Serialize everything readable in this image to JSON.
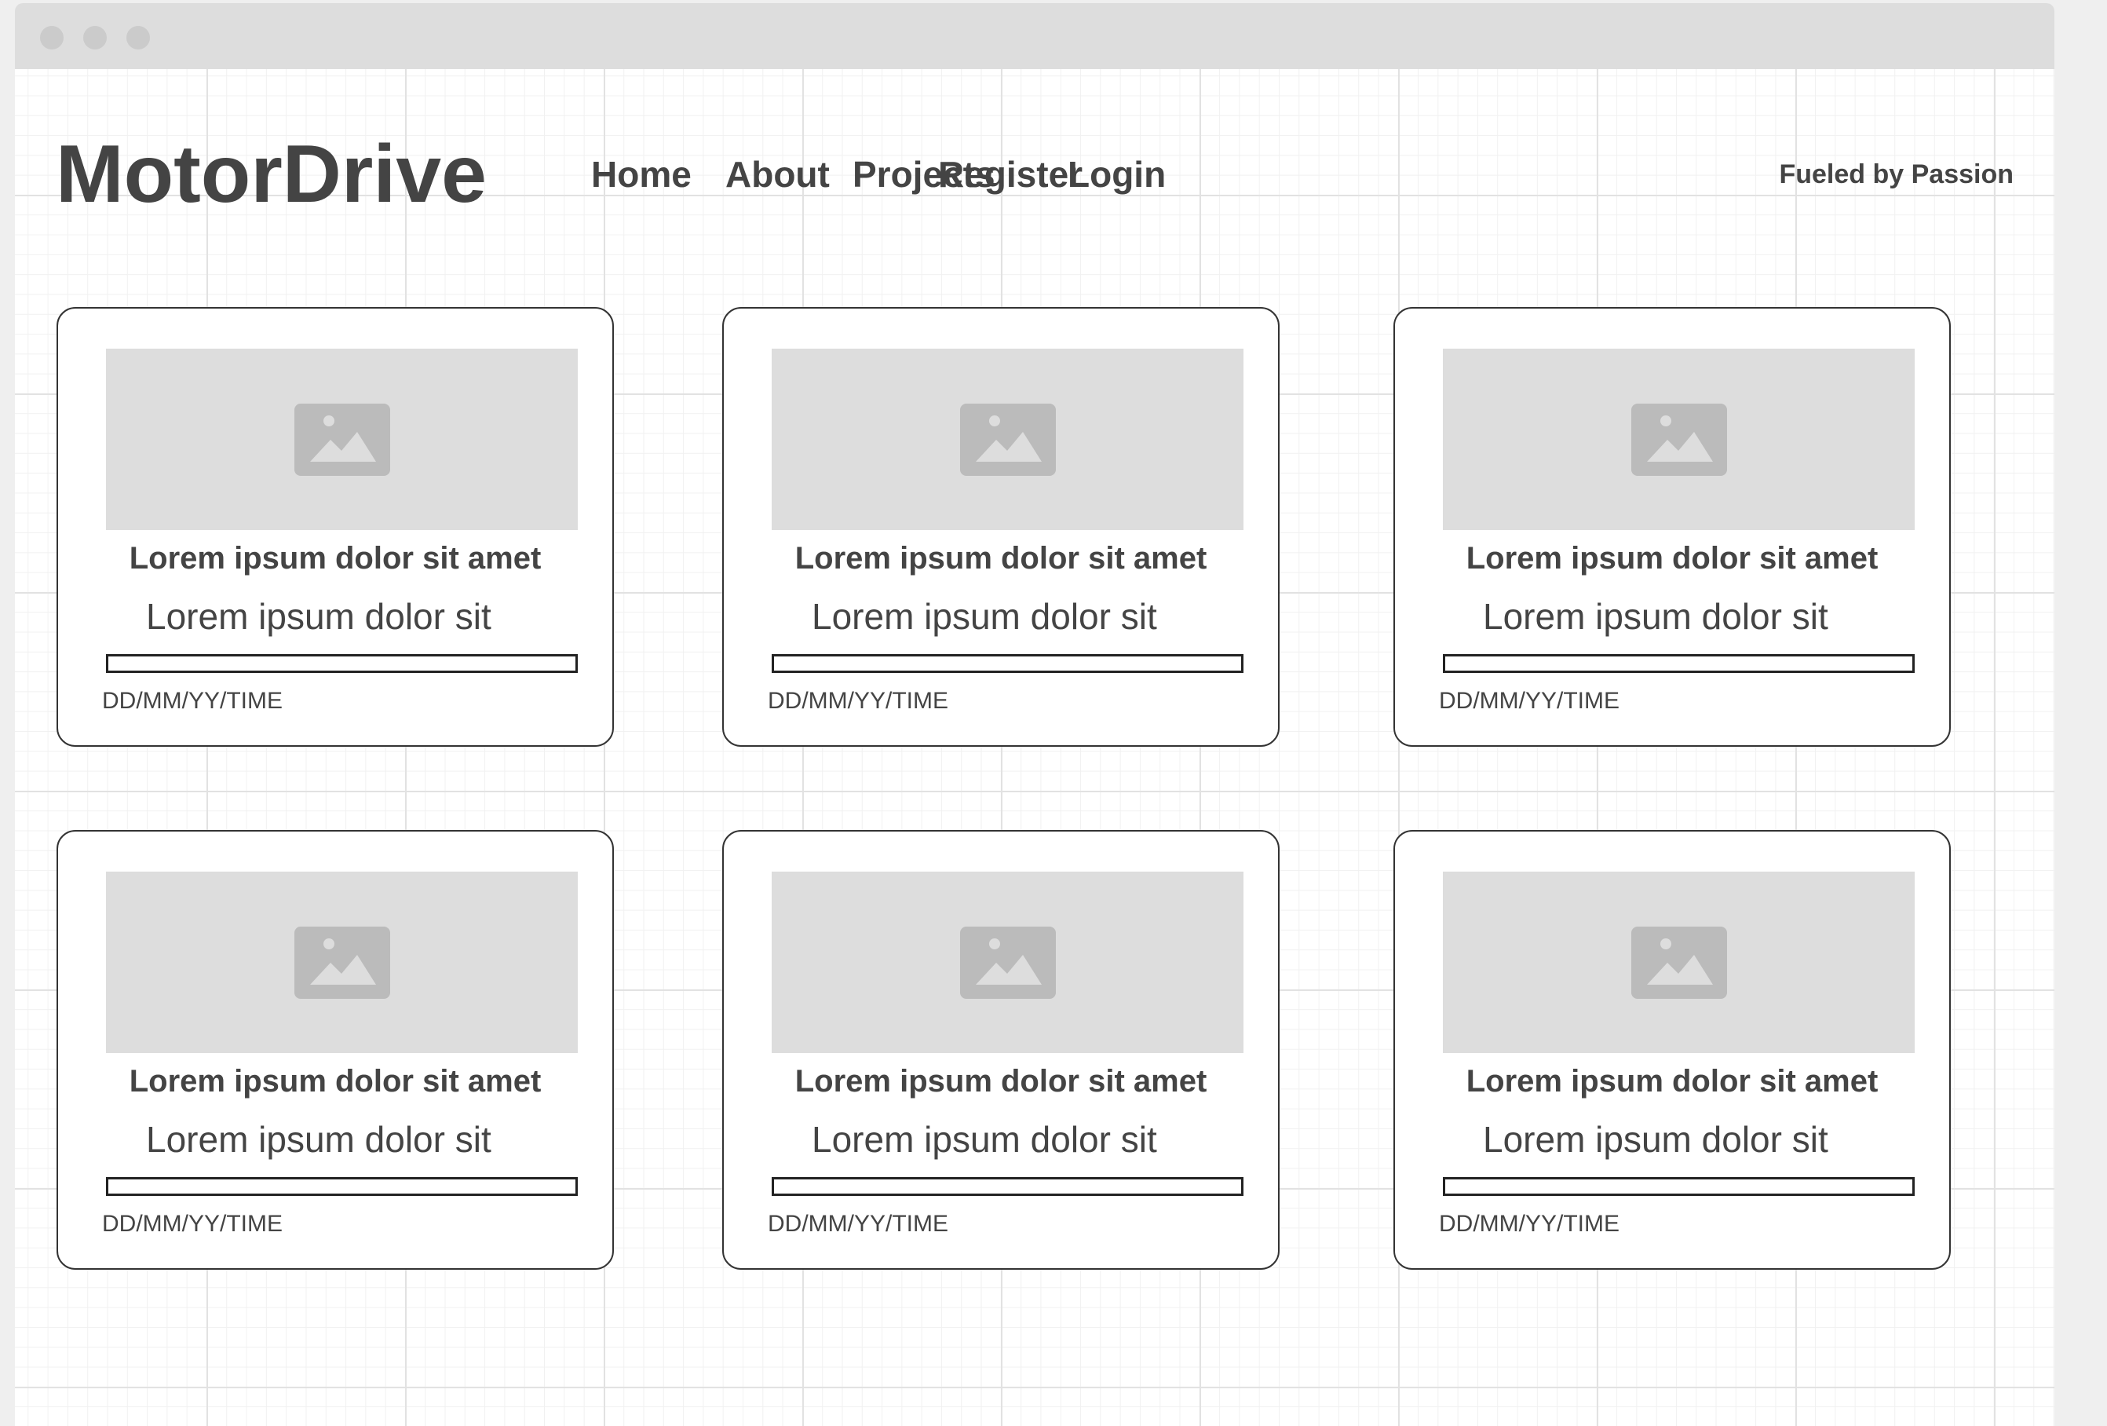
{
  "window": {
    "controls": [
      "close-dot",
      "minimize-dot",
      "maximize-dot"
    ]
  },
  "header": {
    "brand": "MotorDrive",
    "tagline": "Fueled by Passion",
    "nav": [
      {
        "label": "Home"
      },
      {
        "label": "About"
      },
      {
        "label": "Projects"
      },
      {
        "label": "Register"
      },
      {
        "label": "Login"
      }
    ]
  },
  "cards": [
    {
      "image_icon": "image-icon",
      "title": "Lorem ipsum dolor sit amet",
      "subtitle": "Lorem ipsum dolor sit",
      "date": "DD/MM/YY/TIME"
    },
    {
      "image_icon": "image-icon",
      "title": "Lorem ipsum dolor sit amet",
      "subtitle": "Lorem ipsum dolor sit",
      "date": "DD/MM/YY/TIME"
    },
    {
      "image_icon": "image-icon",
      "title": "Lorem ipsum dolor sit amet",
      "subtitle": "Lorem ipsum dolor sit",
      "date": "DD/MM/YY/TIME"
    },
    {
      "image_icon": "image-icon",
      "title": "Lorem ipsum dolor sit amet",
      "subtitle": "Lorem ipsum dolor sit",
      "date": "DD/MM/YY/TIME"
    },
    {
      "image_icon": "image-icon",
      "title": "Lorem ipsum dolor sit amet",
      "subtitle": "Lorem ipsum dolor sit",
      "date": "DD/MM/YY/TIME"
    },
    {
      "image_icon": "image-icon",
      "title": "Lorem ipsum dolor sit amet",
      "subtitle": "Lorem ipsum dolor sit",
      "date": "DD/MM/YY/TIME"
    }
  ],
  "colors": {
    "text": "#444444",
    "titlebar": "#dddddd",
    "placeholder": "#dddddd",
    "icon": "#bbbbbb",
    "border": "#333333"
  }
}
